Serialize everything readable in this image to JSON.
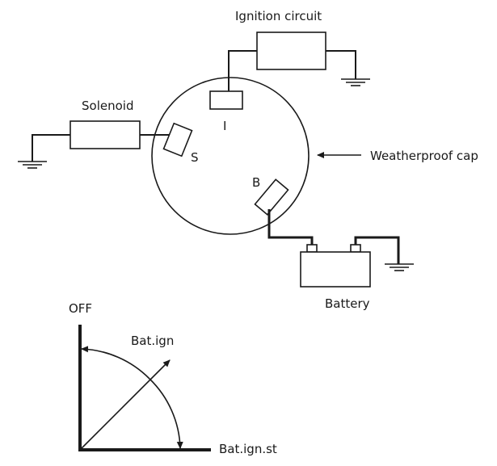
{
  "labels": {
    "ignition_circuit": "Ignition circuit",
    "solenoid": "Solenoid",
    "terminal_s": "S",
    "terminal_i": "I",
    "terminal_b": "B",
    "weatherproof_cap": "Weatherproof cap",
    "battery": "Battery"
  },
  "positions": {
    "off": "OFF",
    "bat_ign": "Bat.ign",
    "bat_ign_st": "Bat.ign.st"
  }
}
